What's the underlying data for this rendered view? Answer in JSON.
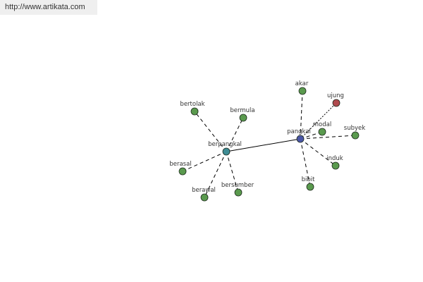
{
  "header": {
    "url": "http://www.artikata.com"
  },
  "graph": {
    "nodes": [
      {
        "id": "pangkal",
        "label": "pangkal",
        "color": "#4a56a6"
      },
      {
        "id": "berpangkal",
        "label": "berpangkal",
        "color": "#3e8c94"
      },
      {
        "id": "akar",
        "label": "akar",
        "color": "#5a9a4e"
      },
      {
        "id": "ujung",
        "label": "ujung",
        "color": "#b04a4e"
      },
      {
        "id": "modal",
        "label": "modal",
        "color": "#5a9a4e"
      },
      {
        "id": "subyek",
        "label": "subyek",
        "color": "#5a9a4e"
      },
      {
        "id": "induk",
        "label": "induk",
        "color": "#5a9a4e"
      },
      {
        "id": "bibit",
        "label": "bibit",
        "color": "#5a9a4e"
      },
      {
        "id": "bertolak",
        "label": "bertolak",
        "color": "#5a9a4e"
      },
      {
        "id": "bermula",
        "label": "bermula",
        "color": "#5a9a4e"
      },
      {
        "id": "berasal",
        "label": "berasal",
        "color": "#5a9a4e"
      },
      {
        "id": "berawal",
        "label": "berawal",
        "color": "#5a9a4e"
      },
      {
        "id": "bersumber",
        "label": "bersumber",
        "color": "#5a9a4e"
      }
    ],
    "edges": [
      {
        "from": "pangkal",
        "to": "berpangkal",
        "style": "solid"
      },
      {
        "from": "pangkal",
        "to": "akar",
        "style": "dashed"
      },
      {
        "from": "pangkal",
        "to": "ujung",
        "style": "dotted"
      },
      {
        "from": "pangkal",
        "to": "modal",
        "style": "dashed"
      },
      {
        "from": "pangkal",
        "to": "subyek",
        "style": "dashed"
      },
      {
        "from": "pangkal",
        "to": "induk",
        "style": "dashed"
      },
      {
        "from": "pangkal",
        "to": "bibit",
        "style": "dashed"
      },
      {
        "from": "berpangkal",
        "to": "bertolak",
        "style": "dashed"
      },
      {
        "from": "berpangkal",
        "to": "bermula",
        "style": "dashed"
      },
      {
        "from": "berpangkal",
        "to": "berasal",
        "style": "dashed"
      },
      {
        "from": "berpangkal",
        "to": "berawal",
        "style": "dashed"
      },
      {
        "from": "berpangkal",
        "to": "bersumber",
        "style": "dashed"
      }
    ]
  }
}
